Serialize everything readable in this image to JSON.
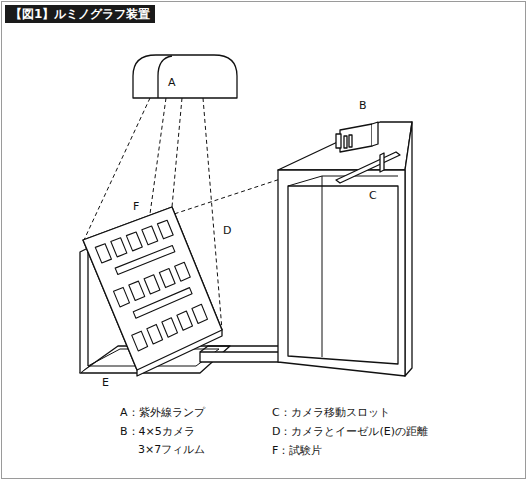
{
  "diagram": {
    "title": "【図1】ルミノグラフ装置",
    "labels": [
      "A",
      "B",
      "C",
      "D",
      "E",
      "F",
      "A：紫外線ランプ",
      "B：4×5カメラ",
      "3×7フィルム",
      "C：カメラ移動スロット",
      "D：カメラとイーゼル(E)の距離",
      "F：試験片"
    ]
  }
}
